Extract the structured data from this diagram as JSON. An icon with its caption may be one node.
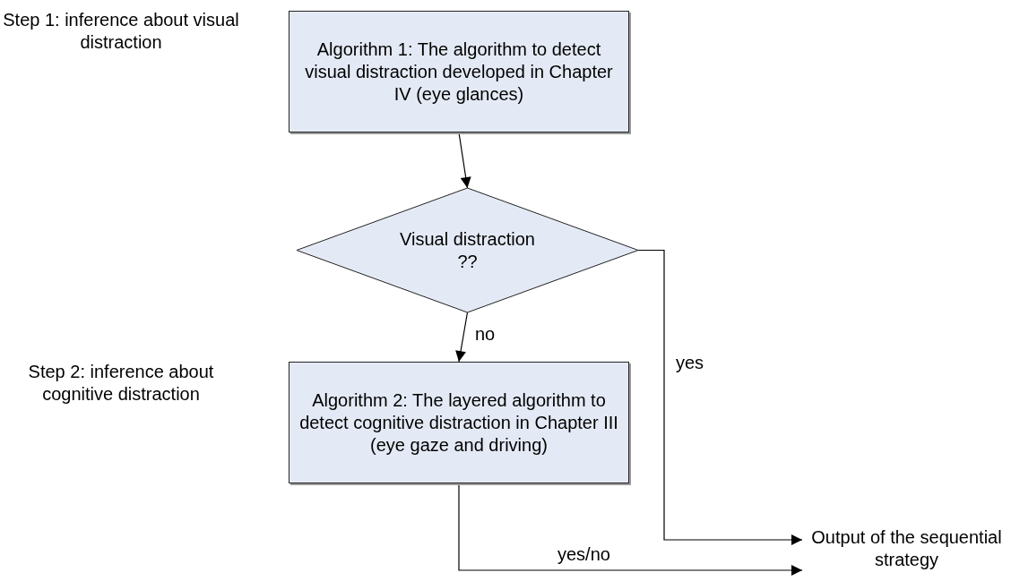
{
  "diagram": {
    "nodes": [
      {
        "text": [
          "Algorithm 1: The algorithm to detect visual distraction developed in Chapter IV (eye glances)"
        ]
      },
      {
        "text": [
          "Visual distraction ??"
        ]
      },
      {
        "text": [
          "Algorithm 2: The layered algorithm to detect cognitive distraction in Chapter III (eye gaze and driving)"
        ]
      },
      {
        "text": [
          "Output of the sequential strategy"
        ]
      }
    ],
    "edges": [
      {
        "from": 0,
        "to": 1,
        "arrow": "to"
      },
      {
        "from": 1,
        "to": 2,
        "arrow": "to",
        "label": "no"
      },
      {
        "from": 1,
        "to": 3,
        "arrow": "to",
        "label": "yes"
      },
      {
        "from": 2,
        "to": 3,
        "arrow": "to",
        "label": "yes/no"
      }
    ],
    "labels": [
      "Step 1: inference about visual distraction",
      "Step 2: inference about cognitive distraction"
    ]
  }
}
